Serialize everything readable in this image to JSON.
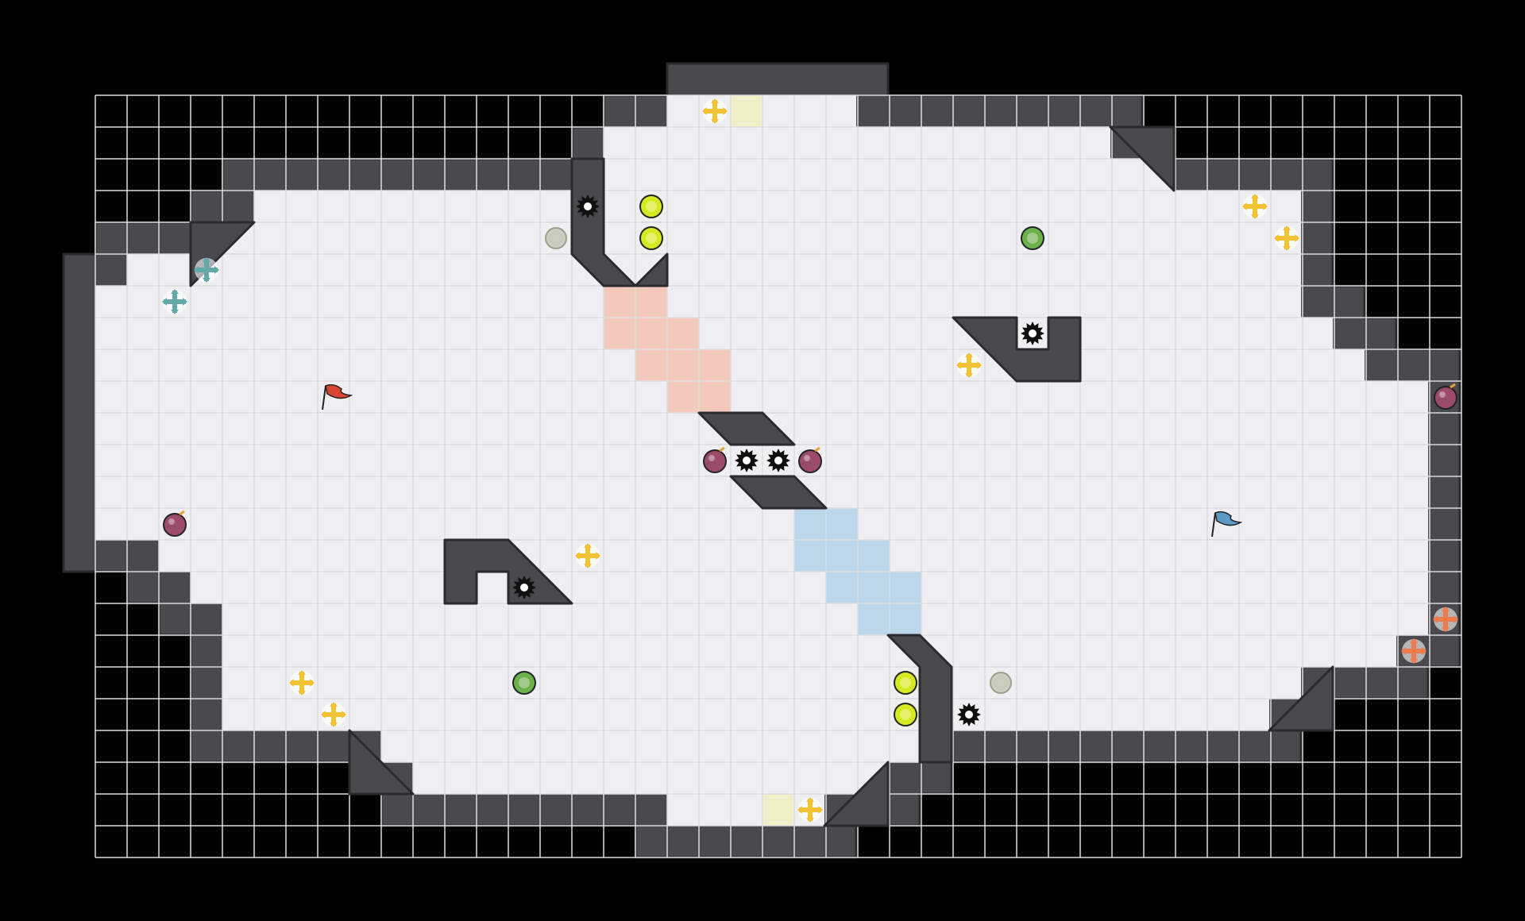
{
  "game": {
    "grid_cols": 43,
    "grid_rows": 24
  },
  "colors": {
    "background": "#000000",
    "wall": "#4a4a4e",
    "wall_edge": "#2a2a2d",
    "floor": "#efeff1",
    "grid_line": "#dcdce0",
    "red_zone": "#f3c9bc",
    "blue_zone": "#bcd6ea",
    "yellow_zone": "#f3efc6",
    "yellow_boost": "#f2c232",
    "teal_boost": "#62aaa8",
    "orange_boost": "#ef7b4d",
    "lime_powerup": "#d6e81e",
    "green_powerup": "#6cb24a",
    "bomb": "#9b4b6a",
    "spike": "#111111",
    "gray_token": "#c9cfbf",
    "red_flag": "#d84632",
    "blue_flag": "#5a9bc4"
  },
  "zones": {
    "red": [
      [
        16,
        6
      ],
      [
        17,
        6
      ],
      [
        16,
        7
      ],
      [
        17,
        7
      ],
      [
        18,
        7
      ],
      [
        17,
        8
      ],
      [
        18,
        8
      ],
      [
        19,
        8
      ],
      [
        18,
        9
      ],
      [
        19,
        9
      ]
    ],
    "blue": [
      [
        22,
        13
      ],
      [
        23,
        13
      ],
      [
        22,
        14
      ],
      [
        23,
        14
      ],
      [
        24,
        14
      ],
      [
        23,
        15
      ],
      [
        24,
        15
      ],
      [
        25,
        15
      ],
      [
        24,
        16
      ],
      [
        25,
        16
      ]
    ],
    "yellow": [
      [
        20,
        0
      ],
      [
        21,
        22
      ]
    ]
  },
  "objects": {
    "flags": [
      {
        "team": "red",
        "cell": [
          7,
          9
        ]
      },
      {
        "team": "blue",
        "cell": [
          35,
          13
        ]
      }
    ],
    "boosts": [
      {
        "color": "yellow",
        "cell": [
          19,
          0
        ]
      },
      {
        "color": "yellow",
        "cell": [
          36,
          3
        ]
      },
      {
        "color": "yellow",
        "cell": [
          37,
          4
        ]
      },
      {
        "color": "yellow",
        "cell": [
          27,
          8
        ]
      },
      {
        "color": "yellow",
        "cell": [
          15,
          14
        ]
      },
      {
        "color": "yellow",
        "cell": [
          6,
          18
        ]
      },
      {
        "color": "yellow",
        "cell": [
          7,
          19
        ]
      },
      {
        "color": "yellow",
        "cell": [
          22,
          22
        ]
      },
      {
        "color": "teal",
        "cell": [
          3,
          5
        ]
      },
      {
        "color": "teal",
        "cell": [
          2,
          6
        ]
      },
      {
        "color": "orange",
        "cell": [
          42,
          16
        ]
      },
      {
        "color": "orange",
        "cell": [
          41,
          17
        ]
      }
    ],
    "powerups": [
      {
        "color": "lime",
        "cell": [
          17,
          3
        ]
      },
      {
        "color": "lime",
        "cell": [
          17,
          4
        ]
      },
      {
        "color": "lime",
        "cell": [
          25,
          18
        ]
      },
      {
        "color": "lime",
        "cell": [
          25,
          19
        ]
      },
      {
        "color": "green",
        "cell": [
          29,
          4
        ]
      },
      {
        "color": "green",
        "cell": [
          13,
          18
        ]
      }
    ],
    "bombs": [
      {
        "cell": [
          19,
          11
        ]
      },
      {
        "cell": [
          22,
          11
        ]
      },
      {
        "cell": [
          42,
          9
        ]
      },
      {
        "cell": [
          2,
          13
        ]
      }
    ],
    "spikes": [
      {
        "cell": [
          15,
          3
        ]
      },
      {
        "cell": [
          20,
          11
        ]
      },
      {
        "cell": [
          21,
          11
        ]
      },
      {
        "cell": [
          29,
          7
        ]
      },
      {
        "cell": [
          13,
          15
        ]
      },
      {
        "cell": [
          27,
          19
        ]
      }
    ],
    "tokens": [
      {
        "cell": [
          14,
          4
        ]
      },
      {
        "cell": [
          28,
          18
        ]
      }
    ]
  }
}
